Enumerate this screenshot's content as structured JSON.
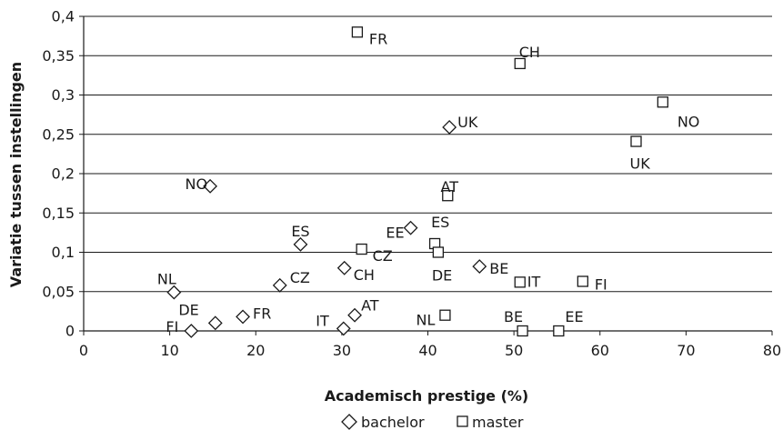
{
  "chart_data": {
    "type": "scatter",
    "xlabel": "Academisch prestige (%)",
    "ylabel": "Variatie tussen instellingen",
    "xlim": [
      0,
      80
    ],
    "ylim": [
      0,
      0.4
    ],
    "x_ticks": [
      "0",
      "10",
      "20",
      "30",
      "40",
      "50",
      "60",
      "70",
      "80"
    ],
    "y_ticks": [
      "0",
      "0,05",
      "0,1",
      "0,15",
      "0,2",
      "0,25",
      "0,3",
      "0,35",
      "0,4"
    ],
    "grid": "horizontal",
    "legend": "bottom",
    "series": [
      {
        "name": "bachelor",
        "marker": "diamond",
        "points": [
          {
            "label": "FI",
            "x": 12.5,
            "y": 0.0
          },
          {
            "label": "DE",
            "x": 15.3,
            "y": 0.01
          },
          {
            "label": "FR",
            "x": 18.5,
            "y": 0.018
          },
          {
            "label": "NL",
            "x": 10.5,
            "y": 0.049
          },
          {
            "label": "CZ",
            "x": 22.8,
            "y": 0.058
          },
          {
            "label": "ES",
            "x": 25.2,
            "y": 0.11
          },
          {
            "label": "NO",
            "x": 14.7,
            "y": 0.184
          },
          {
            "label": "IT",
            "x": 30.2,
            "y": 0.003
          },
          {
            "label": "AT",
            "x": 31.5,
            "y": 0.02
          },
          {
            "label": "CH",
            "x": 30.3,
            "y": 0.08
          },
          {
            "label": "EE",
            "x": 38.0,
            "y": 0.131
          },
          {
            "label": "UK",
            "x": 42.5,
            "y": 0.259
          },
          {
            "label": "BE",
            "x": 46.0,
            "y": 0.082
          }
        ]
      },
      {
        "name": "master",
        "marker": "square",
        "points": [
          {
            "label": "FR",
            "x": 31.8,
            "y": 0.38
          },
          {
            "label": "CH",
            "x": 50.7,
            "y": 0.34
          },
          {
            "label": "NO",
            "x": 67.3,
            "y": 0.291
          },
          {
            "label": "UK",
            "x": 64.2,
            "y": 0.241
          },
          {
            "label": "AT",
            "x": 42.3,
            "y": 0.172
          },
          {
            "label": "ES",
            "x": 40.8,
            "y": 0.111
          },
          {
            "label": "DE",
            "x": 41.2,
            "y": 0.1
          },
          {
            "label": "CZ",
            "x": 32.3,
            "y": 0.104
          },
          {
            "label": "IT",
            "x": 50.7,
            "y": 0.062
          },
          {
            "label": "FI",
            "x": 58.0,
            "y": 0.063
          },
          {
            "label": "NL",
            "x": 42.0,
            "y": 0.02
          },
          {
            "label": "BE",
            "x": 51.0,
            "y": 0.0
          },
          {
            "label": "EE",
            "x": 55.2,
            "y": 0.0
          }
        ]
      }
    ]
  }
}
